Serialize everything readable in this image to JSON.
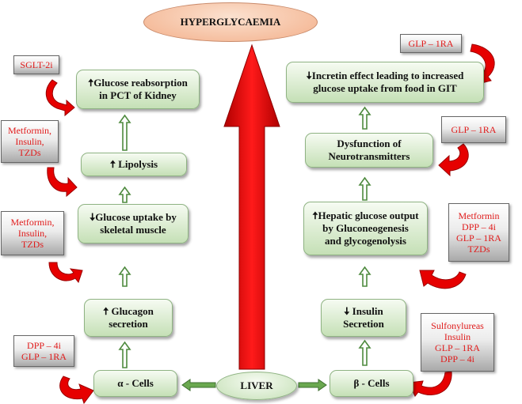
{
  "title": "HYPERGLYCAEMIA",
  "center": "LIVER",
  "left_pathway": {
    "alpha_cells": "α - Cells",
    "glucagon": {
      "arrow": "🠅",
      "line1": "Glucagon",
      "line2": "secretion"
    },
    "uptake": {
      "arrow": "🠇",
      "line1": "Glucose uptake by",
      "line2": "skeletal muscle"
    },
    "lipolysis": {
      "arrow": "🠅",
      "line1": "Lipolysis"
    },
    "reabsorption": {
      "arrow": "🠅",
      "line1": "Glucose reabsorption",
      "line2": "in PCT of Kidney"
    }
  },
  "right_pathway": {
    "beta_cells": "β - Cells",
    "insulin": {
      "arrow": "🠇",
      "line1": "Insulin",
      "line2": "Secretion"
    },
    "hepatic": {
      "arrow": "🠅",
      "line1": "Hepatic glucose output",
      "line2": "by Gluconeogenesis",
      "line3": "and glycogenolysis"
    },
    "neuro": {
      "line1": "Dysfunction of",
      "line2": "Neurotransmitters"
    },
    "incretin": {
      "arrow": "🠇",
      "line1": "Incretin effect leading to increased",
      "line2": "glucose uptake from food in GIT"
    }
  },
  "drugs": {
    "sglt2": "SGLT-2i",
    "lipolysis": "Metformin,\nInsulin,\nTZDs",
    "uptake": "Metformin,\nInsulin,\nTZDs",
    "alpha": "DPP – 4i\nGLP – 1RA",
    "incretin": "GLP – 1RA",
    "neuro": "GLP – 1RA",
    "hepatic": "Metformin\nDPP – 4i\nGLP – 1RA\nTZDs",
    "beta": "Sulfonylureas\nInsulin\nGLP – 1RA\nDPP – 4i"
  },
  "colors": {
    "drug_text": "#e01b1b",
    "arrow_red": "#e60000",
    "arrow_green": "#4e8a3e",
    "box_border": "#8fb383"
  }
}
